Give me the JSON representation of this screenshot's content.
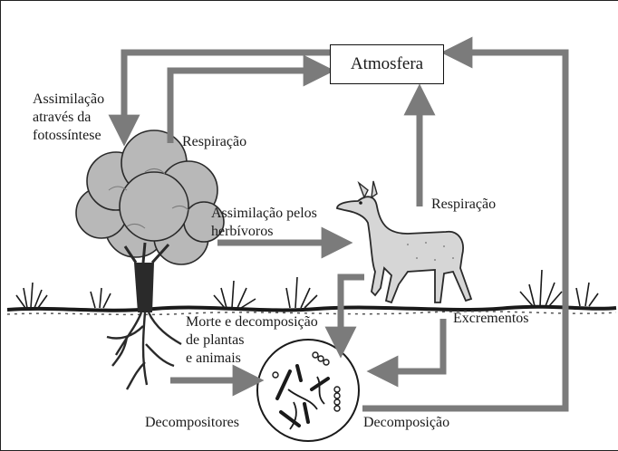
{
  "atmosphere": "Atmosfera",
  "labels": {
    "assimilation_photo": [
      "Assimilação",
      "através da",
      "fotossíntese"
    ],
    "respiration_plant": "Respiração",
    "assimilation_herbivores": [
      "Assimilação pelos",
      "herbívoros"
    ],
    "respiration_animal": "Respiração",
    "death": [
      "Morte e decomposição",
      "de plantas",
      "e animais"
    ],
    "excrements": "Excrementos",
    "decomposers": "Decompositores",
    "decomposition": "Decomposição"
  },
  "colors": {
    "arrow": "#7b7b7b",
    "ink": "#1a1a1a",
    "foliage": "#b8b8b8",
    "trunk": "#2a2a2a",
    "deer": "#d6d6d6"
  }
}
